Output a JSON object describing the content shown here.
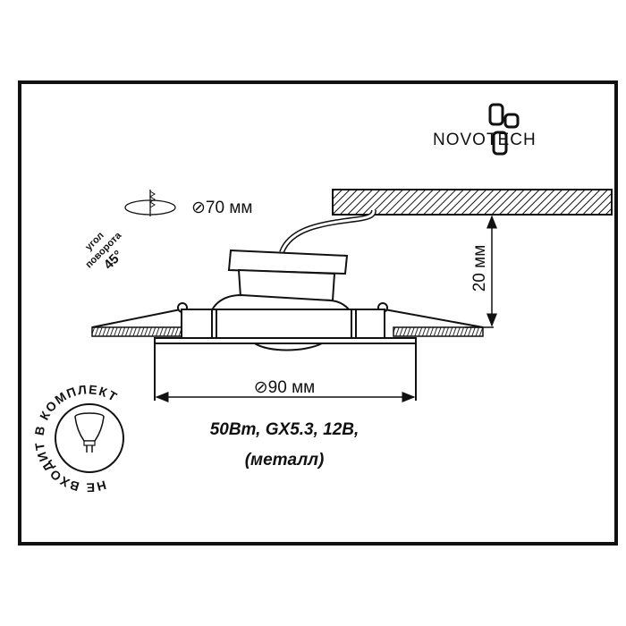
{
  "logo": {
    "text": "NOVOTECH"
  },
  "cutout": {
    "label": "⊘70 мм",
    "icon": "ceiling-hole-icon"
  },
  "rotation": {
    "line1": "угол",
    "line2": "поворота",
    "line3": "45°"
  },
  "height_dim": {
    "label": "20 мм"
  },
  "diameter_dim": {
    "label": "⊘90 мм"
  },
  "specs": {
    "line1": "50Вт, GX5.3, 12В,",
    "line2": "(металл)"
  },
  "lamp_badge": {
    "text": "НЕ ВХОДИТ В КОМПЛЕКТ",
    "icon": "mr16-lamp-icon"
  },
  "colors": {
    "ink": "#111111",
    "background": "#ffffff"
  }
}
